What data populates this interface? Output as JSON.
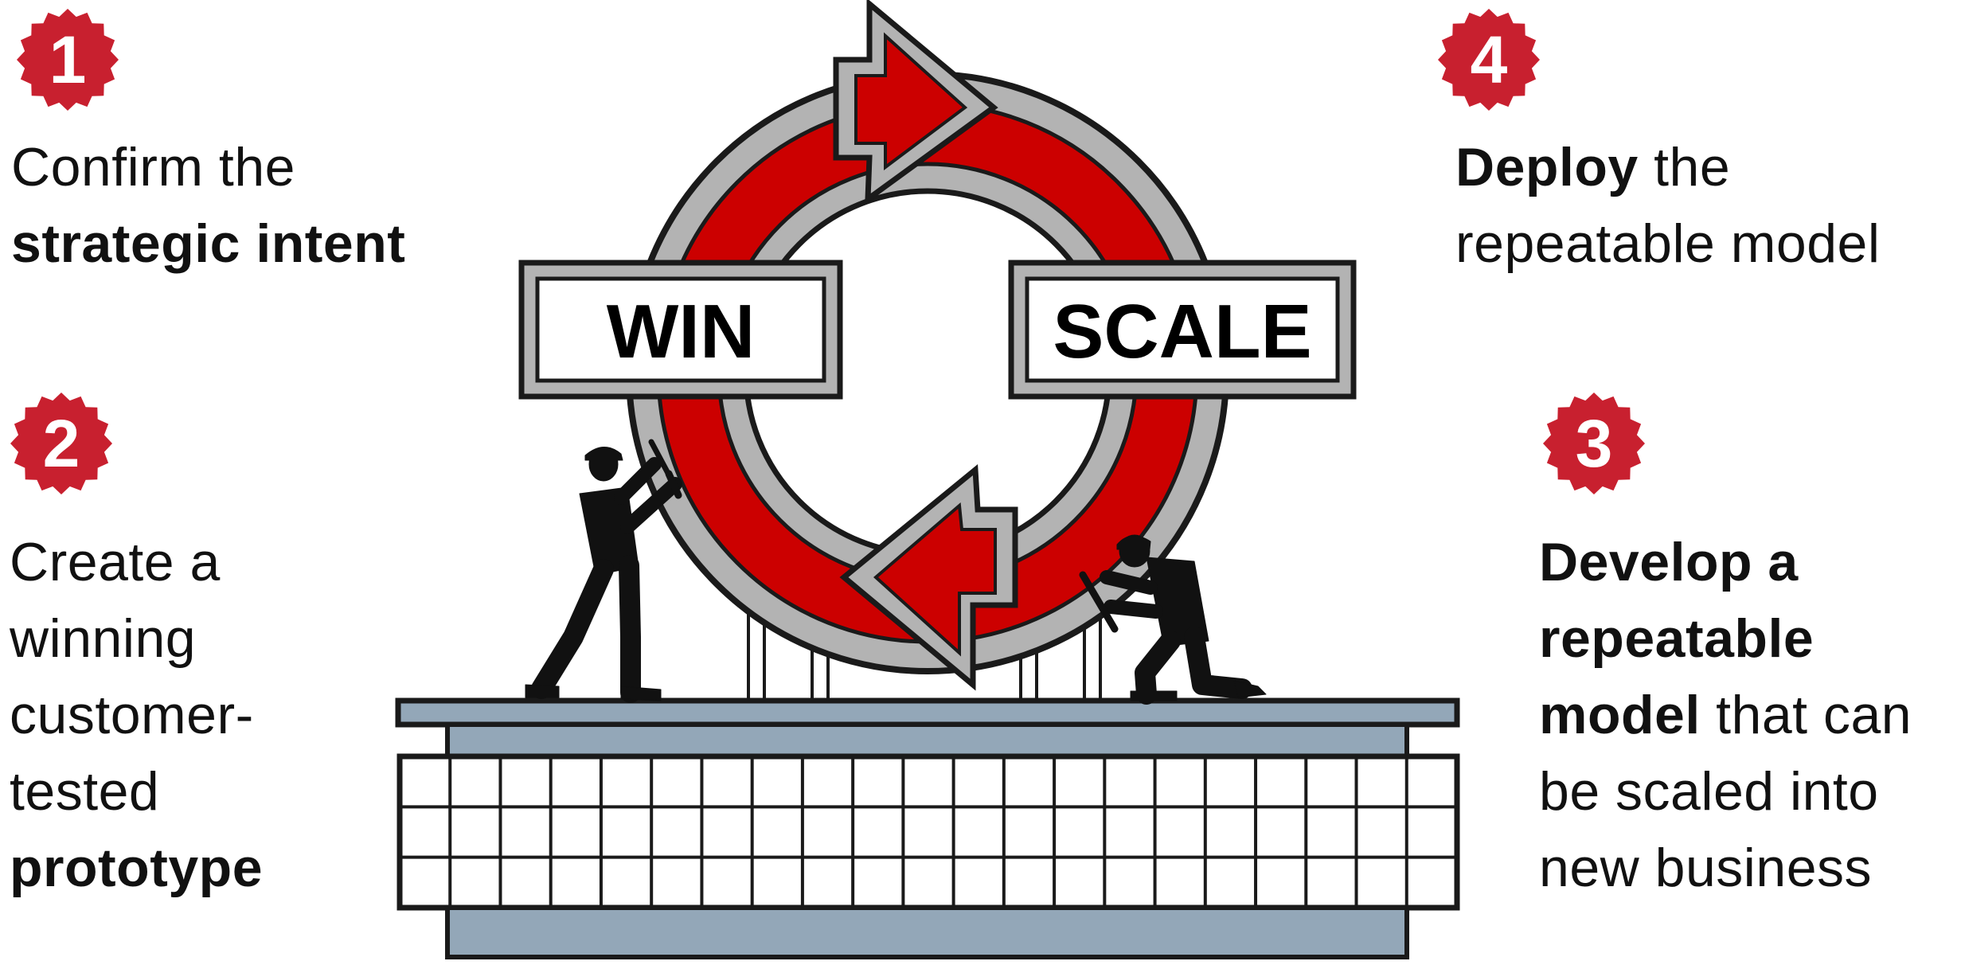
{
  "sign": {
    "left_label": "WIN",
    "right_label": "SCALE"
  },
  "steps": [
    {
      "number": "1",
      "line1": "Confirm the",
      "line2_bold": "strategic intent"
    },
    {
      "number": "2",
      "line1": "Create a",
      "line2": "winning",
      "line3": "customer-",
      "line4": "tested",
      "line5_bold": "prototype"
    },
    {
      "number": "3",
      "line1_bold": "Develop a",
      "line2_bold": "repeatable",
      "line3_bold": "model",
      "line3_rest": " that can",
      "line4": "be scaled into",
      "line5": "new business"
    },
    {
      "number": "4",
      "line1_bold": "Deploy",
      "line1_rest": " the",
      "line2": "repeatable model"
    }
  ],
  "colors": {
    "badge_red": "#c8202f",
    "arrow_red": "#cc0000",
    "ring_gray": "#b3b3b3",
    "platform_blue": "#93a7b8",
    "outline": "#1a1a1a"
  },
  "icons": [
    "star-badge-icon",
    "cycle-arrows-icon",
    "worker-silhouette-icon"
  ]
}
